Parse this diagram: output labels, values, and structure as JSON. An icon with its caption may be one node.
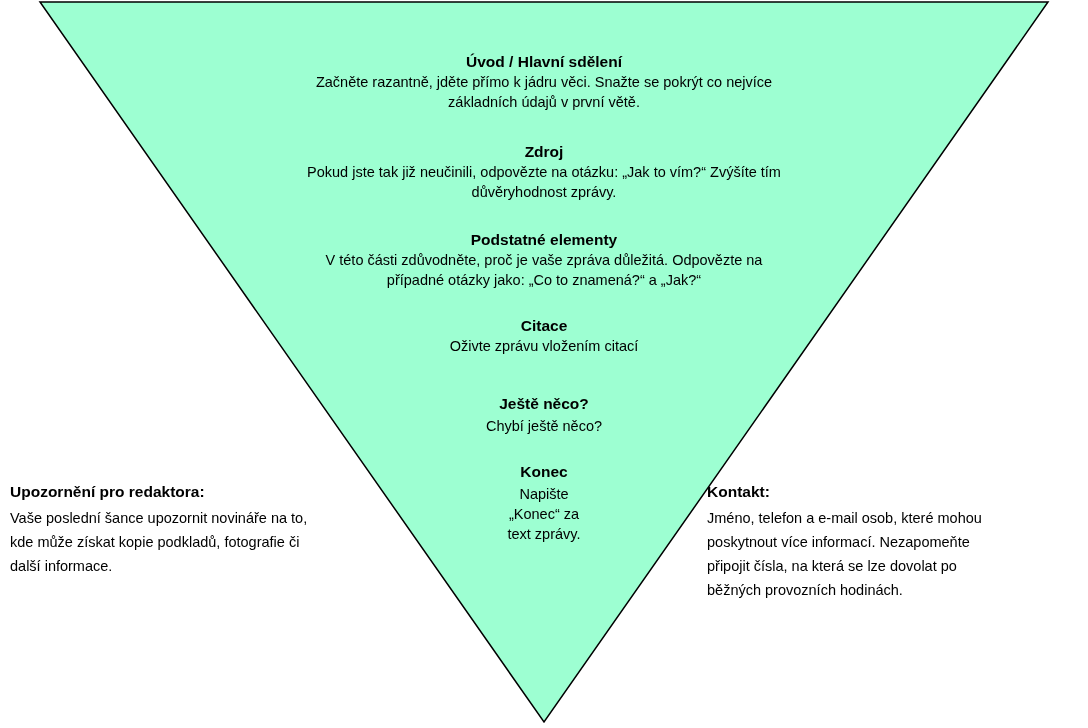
{
  "diagram": {
    "nodes": [
      {
        "text": [
          "Úvod / Hlavní sdělení",
          "Začněte razantně, jděte přímo k jádru věci. Snažte se pokrýt co nejvíce základních údajů v první větě.",
          "Zdroj",
          "Pokud jste tak již neučinili, odpovězte na otázku: „Jak to vím?“ Zvýšíte tím důvěryhodnost zprávy.",
          "Podstatné elementy",
          "V této části zdůvodněte, proč je vaše zpráva důležitá. Odpovězte na případné otázky jako: „Co to znamená?“ a „Jak?“",
          "Citace",
          "Oživte zprávu vložením citací",
          "Ještě něco?",
          "Chybí ještě něco?",
          "Konec",
          "Napište „Konec“ za text zprávy."
        ]
      }
    ],
    "labels": [
      "Upozornění pro redaktora:",
      "Vaše poslední šance upozornit novináře na to, kde může získat kopie podkladů, fotografie či další informace.",
      "Kontakt:",
      "Jméno, telefon a e-mail osob, které mohou poskytnout více informací. Nezapomeňte připojit čísla, na která se lze dovolat po běžných provozních hodinách."
    ]
  }
}
